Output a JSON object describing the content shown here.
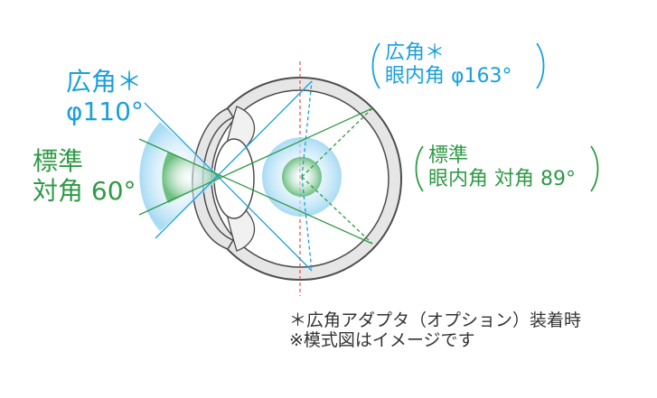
{
  "labels": {
    "wide_left_line1": "広角＊",
    "wide_left_line2": "φ110°",
    "std_left_line1": "標準",
    "std_left_line2": "対角 60°",
    "wide_right_line1": "広角＊",
    "wide_right_line2": "眼内角  φ163°",
    "std_right_line1": "標準",
    "std_right_line2": "眼内角 対角 89°"
  },
  "notes": {
    "note1": "＊広角アダプタ（オプション）装着時",
    "note2": "※模式図はイメージです"
  },
  "colors": {
    "wide": "#1aa0db",
    "standard": "#2f9a46",
    "eye_outline": "#4d4d4d",
    "eye_fill": "#e6e6e6",
    "axis": "#d9534f"
  }
}
